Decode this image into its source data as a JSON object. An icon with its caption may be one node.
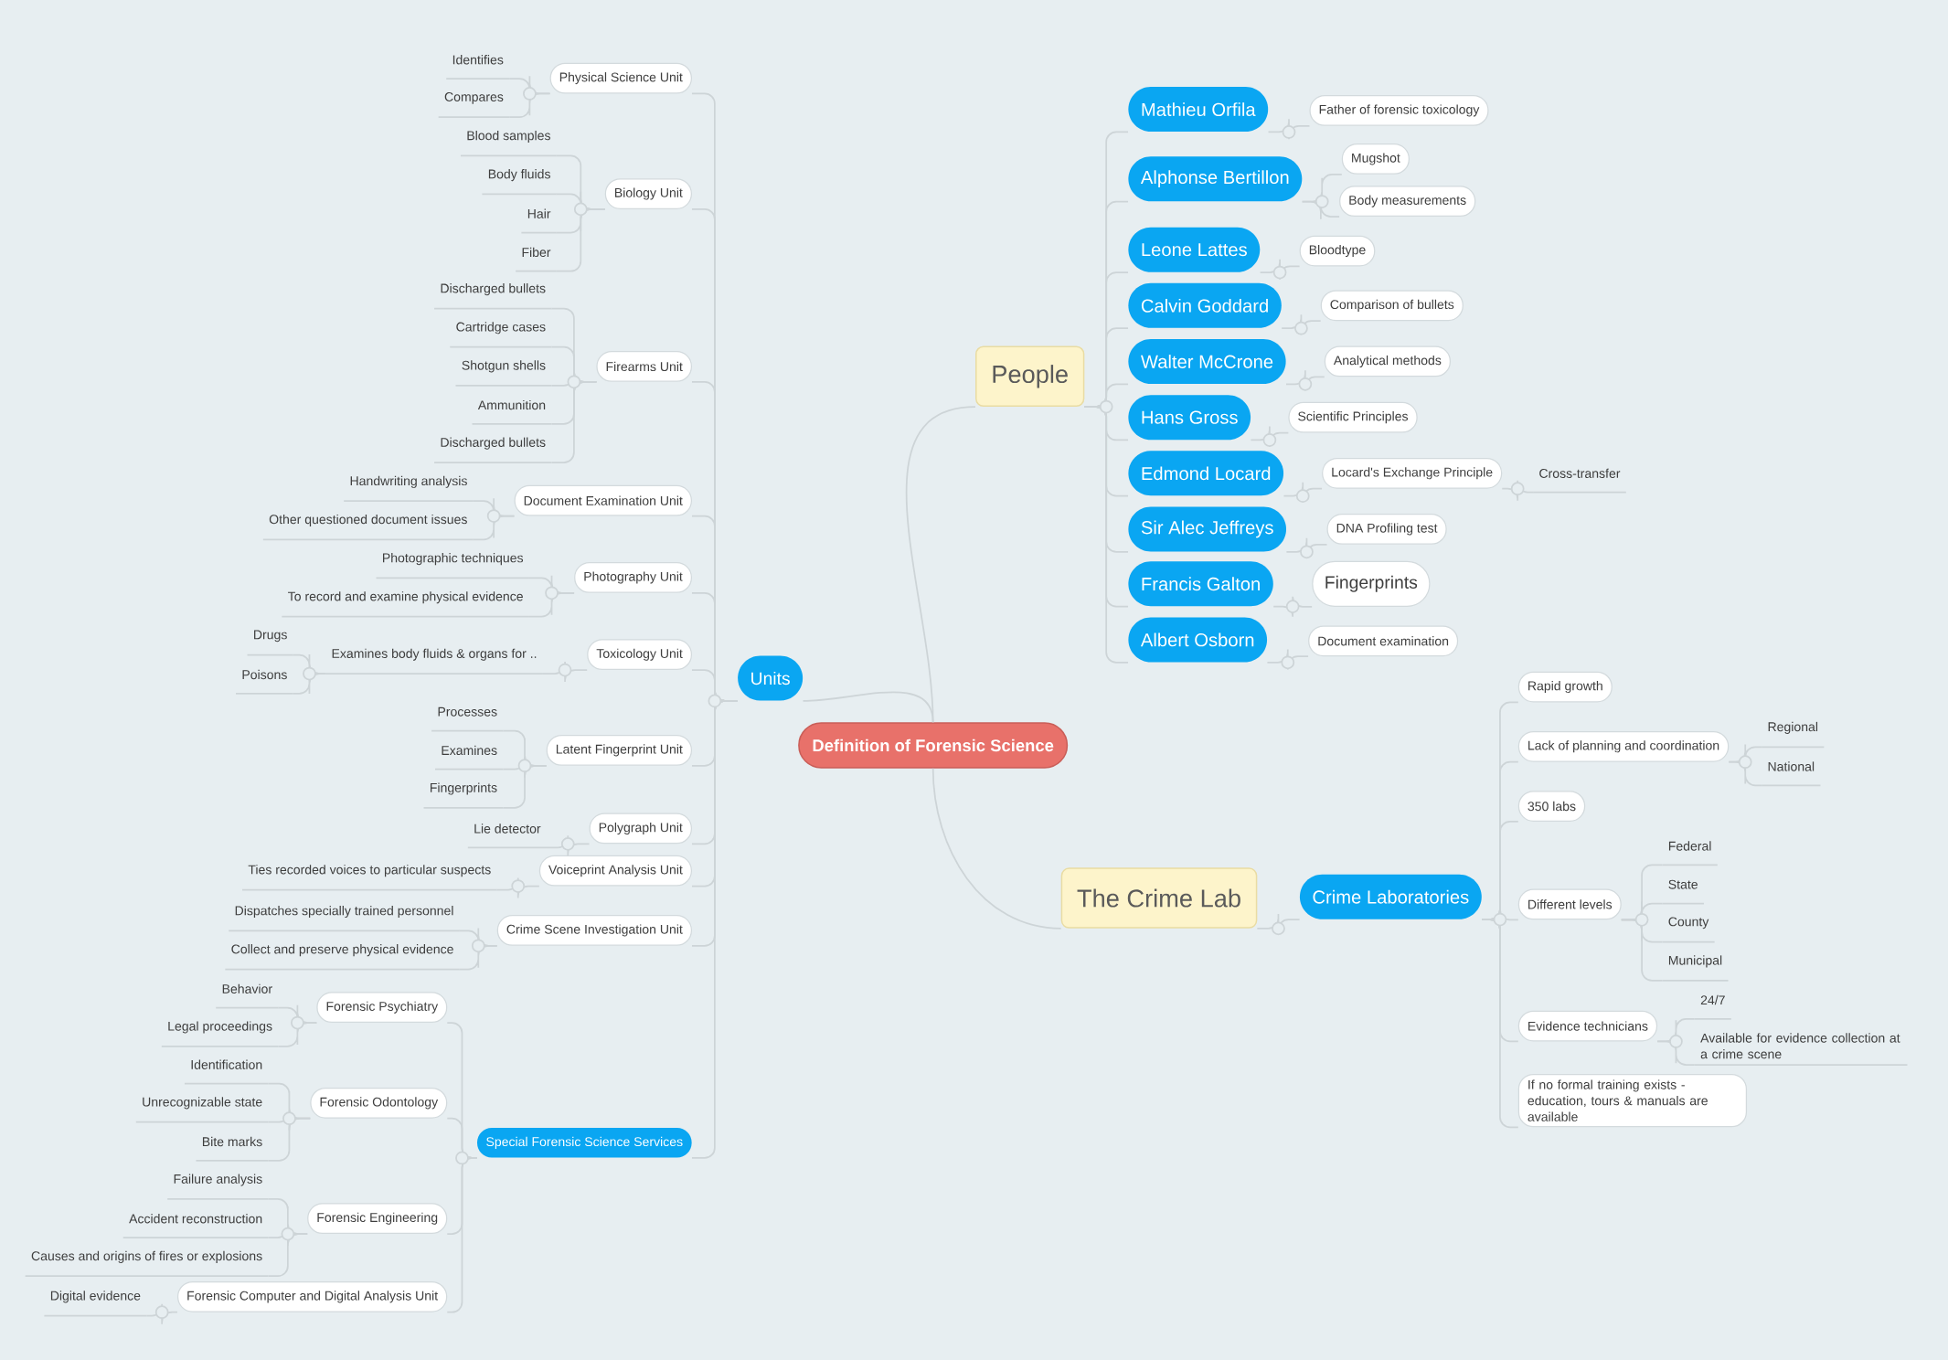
{
  "diagram": {
    "nodes": [
      {
        "text": [
          "Definition of Forensic Science"
        ]
      },
      {
        "text": [
          "Units"
        ]
      },
      {
        "text": [
          "Physical Science Unit"
        ]
      },
      {
        "text": [
          "Identifies"
        ]
      },
      {
        "text": [
          "Compares"
        ]
      },
      {
        "text": [
          "Biology Unit"
        ]
      },
      {
        "text": [
          "Blood samples"
        ]
      },
      {
        "text": [
          "Body fluids"
        ]
      },
      {
        "text": [
          "Hair"
        ]
      },
      {
        "text": [
          "Fiber"
        ]
      },
      {
        "text": [
          "Firearms Unit"
        ]
      },
      {
        "text": [
          "Discharged bullets"
        ]
      },
      {
        "text": [
          "Cartridge cases"
        ]
      },
      {
        "text": [
          "Shotgun shells"
        ]
      },
      {
        "text": [
          "Ammunition"
        ]
      },
      {
        "text": [
          "Discharged bullets"
        ]
      },
      {
        "text": [
          "Document Examination Unit"
        ]
      },
      {
        "text": [
          "Handwriting analysis"
        ]
      },
      {
        "text": [
          "Other questioned document issues"
        ]
      },
      {
        "text": [
          "Photography Unit"
        ]
      },
      {
        "text": [
          "Photographic techniques"
        ]
      },
      {
        "text": [
          "To record and examine physical evidence"
        ]
      },
      {
        "text": [
          "Toxicology Unit"
        ]
      },
      {
        "text": [
          "Examines body fluids & organs for .."
        ]
      },
      {
        "text": [
          "Drugs"
        ]
      },
      {
        "text": [
          "Poisons"
        ]
      },
      {
        "text": [
          "Latent Fingerprint Unit"
        ]
      },
      {
        "text": [
          "Processes"
        ]
      },
      {
        "text": [
          "Examines"
        ]
      },
      {
        "text": [
          "Fingerprints"
        ]
      },
      {
        "text": [
          "Polygraph Unit"
        ]
      },
      {
        "text": [
          "Lie detector"
        ]
      },
      {
        "text": [
          "Voiceprint Analysis Unit"
        ]
      },
      {
        "text": [
          "Ties recorded voices to particular suspects"
        ]
      },
      {
        "text": [
          "Crime Scene Investigation Unit"
        ]
      },
      {
        "text": [
          "Dispatches specially trained personnel"
        ]
      },
      {
        "text": [
          "Collect and preserve physical evidence"
        ]
      },
      {
        "text": [
          "Special Forensic Science Services"
        ]
      },
      {
        "text": [
          "Forensic Psychiatry"
        ]
      },
      {
        "text": [
          "Behavior"
        ]
      },
      {
        "text": [
          "Legal proceedings"
        ]
      },
      {
        "text": [
          "Forensic Odontology"
        ]
      },
      {
        "text": [
          "Identification"
        ]
      },
      {
        "text": [
          "Unrecognizable state"
        ]
      },
      {
        "text": [
          "Bite marks"
        ]
      },
      {
        "text": [
          "Forensic Engineering"
        ]
      },
      {
        "text": [
          "Failure analysis"
        ]
      },
      {
        "text": [
          "Accident reconstruction"
        ]
      },
      {
        "text": [
          "Causes and origins of fires or explosions"
        ]
      },
      {
        "text": [
          "Forensic Computer and Digital Analysis Unit"
        ]
      },
      {
        "text": [
          "Digital evidence"
        ]
      },
      {
        "text": [
          "People"
        ]
      },
      {
        "text": [
          "Mathieu Orfila"
        ]
      },
      {
        "text": [
          "Father of forensic toxicology"
        ]
      },
      {
        "text": [
          "Alphonse Bertillon"
        ]
      },
      {
        "text": [
          "Mugshot"
        ]
      },
      {
        "text": [
          "Body measurements"
        ]
      },
      {
        "text": [
          "Leone Lattes"
        ]
      },
      {
        "text": [
          "Bloodtype"
        ]
      },
      {
        "text": [
          "Calvin Goddard"
        ]
      },
      {
        "text": [
          "Comparison of bullets"
        ]
      },
      {
        "text": [
          "Walter McCrone"
        ]
      },
      {
        "text": [
          "Analytical methods"
        ]
      },
      {
        "text": [
          "Hans Gross"
        ]
      },
      {
        "text": [
          "Scientific Principles"
        ]
      },
      {
        "text": [
          "Edmond Locard"
        ]
      },
      {
        "text": [
          "Locard's Exchange Principle"
        ]
      },
      {
        "text": [
          "Cross-transfer"
        ]
      },
      {
        "text": [
          "Sir Alec Jeffreys"
        ]
      },
      {
        "text": [
          "DNA Profiling test"
        ]
      },
      {
        "text": [
          "Francis Galton"
        ]
      },
      {
        "text": [
          "Fingerprints"
        ]
      },
      {
        "text": [
          "Albert Osborn"
        ]
      },
      {
        "text": [
          "Document examination"
        ]
      },
      {
        "text": [
          "The Crime Lab"
        ]
      },
      {
        "text": [
          "Crime Laboratories"
        ]
      },
      {
        "text": [
          "Rapid growth"
        ]
      },
      {
        "text": [
          "Lack of planning and coordination"
        ]
      },
      {
        "text": [
          "Regional"
        ]
      },
      {
        "text": [
          "National"
        ]
      },
      {
        "text": [
          "350 labs"
        ]
      },
      {
        "text": [
          "Different levels"
        ]
      },
      {
        "text": [
          "Federal"
        ]
      },
      {
        "text": [
          "State"
        ]
      },
      {
        "text": [
          "County"
        ]
      },
      {
        "text": [
          "Municipal"
        ]
      },
      {
        "text": [
          "Evidence technicians"
        ]
      },
      {
        "text": [
          "24/7"
        ]
      },
      {
        "text": [
          "Available for evidence collection at a crime scene"
        ]
      },
      {
        "text": [
          "If no formal training exists - education, tours & manuals are available"
        ]
      }
    ],
    "edges": [
      {
        "from": 0,
        "to": 1,
        "arrow": "none"
      },
      {
        "from": 0,
        "to": 51,
        "arrow": "none"
      },
      {
        "from": 0,
        "to": 74,
        "arrow": "none"
      },
      {
        "from": 1,
        "to": 2,
        "arrow": "none"
      },
      {
        "from": 2,
        "to": 3,
        "arrow": "none"
      },
      {
        "from": 2,
        "to": 4,
        "arrow": "none"
      },
      {
        "from": 1,
        "to": 5,
        "arrow": "none"
      },
      {
        "from": 5,
        "to": 6,
        "arrow": "none"
      },
      {
        "from": 5,
        "to": 7,
        "arrow": "none"
      },
      {
        "from": 5,
        "to": 8,
        "arrow": "none"
      },
      {
        "from": 5,
        "to": 9,
        "arrow": "none"
      },
      {
        "from": 1,
        "to": 10,
        "arrow": "none"
      },
      {
        "from": 10,
        "to": 11,
        "arrow": "none"
      },
      {
        "from": 10,
        "to": 12,
        "arrow": "none"
      },
      {
        "from": 10,
        "to": 13,
        "arrow": "none"
      },
      {
        "from": 10,
        "to": 14,
        "arrow": "none"
      },
      {
        "from": 10,
        "to": 15,
        "arrow": "none"
      },
      {
        "from": 1,
        "to": 16,
        "arrow": "none"
      },
      {
        "from": 16,
        "to": 17,
        "arrow": "none"
      },
      {
        "from": 16,
        "to": 18,
        "arrow": "none"
      },
      {
        "from": 1,
        "to": 19,
        "arrow": "none"
      },
      {
        "from": 19,
        "to": 20,
        "arrow": "none"
      },
      {
        "from": 19,
        "to": 21,
        "arrow": "none"
      },
      {
        "from": 1,
        "to": 22,
        "arrow": "none"
      },
      {
        "from": 22,
        "to": 23,
        "arrow": "none"
      },
      {
        "from": 23,
        "to": 24,
        "arrow": "none"
      },
      {
        "from": 23,
        "to": 25,
        "arrow": "none"
      },
      {
        "from": 1,
        "to": 26,
        "arrow": "none"
      },
      {
        "from": 26,
        "to": 27,
        "arrow": "none"
      },
      {
        "from": 26,
        "to": 28,
        "arrow": "none"
      },
      {
        "from": 26,
        "to": 29,
        "arrow": "none"
      },
      {
        "from": 1,
        "to": 30,
        "arrow": "none"
      },
      {
        "from": 30,
        "to": 31,
        "arrow": "none"
      },
      {
        "from": 1,
        "to": 32,
        "arrow": "none"
      },
      {
        "from": 32,
        "to": 33,
        "arrow": "none"
      },
      {
        "from": 1,
        "to": 34,
        "arrow": "none"
      },
      {
        "from": 34,
        "to": 35,
        "arrow": "none"
      },
      {
        "from": 34,
        "to": 36,
        "arrow": "none"
      },
      {
        "from": 1,
        "to": 37,
        "arrow": "none"
      },
      {
        "from": 37,
        "to": 38,
        "arrow": "none"
      },
      {
        "from": 38,
        "to": 39,
        "arrow": "none"
      },
      {
        "from": 38,
        "to": 40,
        "arrow": "none"
      },
      {
        "from": 37,
        "to": 41,
        "arrow": "none"
      },
      {
        "from": 41,
        "to": 42,
        "arrow": "none"
      },
      {
        "from": 41,
        "to": 43,
        "arrow": "none"
      },
      {
        "from": 41,
        "to": 44,
        "arrow": "none"
      },
      {
        "from": 37,
        "to": 45,
        "arrow": "none"
      },
      {
        "from": 45,
        "to": 46,
        "arrow": "none"
      },
      {
        "from": 45,
        "to": 47,
        "arrow": "none"
      },
      {
        "from": 45,
        "to": 48,
        "arrow": "none"
      },
      {
        "from": 37,
        "to": 49,
        "arrow": "none"
      },
      {
        "from": 49,
        "to": 50,
        "arrow": "none"
      },
      {
        "from": 51,
        "to": 52,
        "arrow": "none"
      },
      {
        "from": 52,
        "to": 53,
        "arrow": "none"
      },
      {
        "from": 51,
        "to": 54,
        "arrow": "none"
      },
      {
        "from": 54,
        "to": 55,
        "arrow": "none"
      },
      {
        "from": 54,
        "to": 56,
        "arrow": "none"
      },
      {
        "from": 51,
        "to": 57,
        "arrow": "none"
      },
      {
        "from": 57,
        "to": 58,
        "arrow": "none"
      },
      {
        "from": 51,
        "to": 59,
        "arrow": "none"
      },
      {
        "from": 59,
        "to": 60,
        "arrow": "none"
      },
      {
        "from": 51,
        "to": 61,
        "arrow": "none"
      },
      {
        "from": 61,
        "to": 62,
        "arrow": "none"
      },
      {
        "from": 51,
        "to": 63,
        "arrow": "none"
      },
      {
        "from": 63,
        "to": 64,
        "arrow": "none"
      },
      {
        "from": 51,
        "to": 65,
        "arrow": "none"
      },
      {
        "from": 65,
        "to": 66,
        "arrow": "none"
      },
      {
        "from": 66,
        "to": 67,
        "arrow": "none"
      },
      {
        "from": 51,
        "to": 68,
        "arrow": "none"
      },
      {
        "from": 68,
        "to": 69,
        "arrow": "none"
      },
      {
        "from": 51,
        "to": 70,
        "arrow": "none"
      },
      {
        "from": 70,
        "to": 71,
        "arrow": "none"
      },
      {
        "from": 51,
        "to": 72,
        "arrow": "none"
      },
      {
        "from": 72,
        "to": 73,
        "arrow": "none"
      },
      {
        "from": 74,
        "to": 75,
        "arrow": "none"
      },
      {
        "from": 75,
        "to": 76,
        "arrow": "none"
      },
      {
        "from": 75,
        "to": 77,
        "arrow": "none"
      },
      {
        "from": 77,
        "to": 78,
        "arrow": "none"
      },
      {
        "from": 77,
        "to": 79,
        "arrow": "none"
      },
      {
        "from": 75,
        "to": 80,
        "arrow": "none"
      },
      {
        "from": 75,
        "to": 81,
        "arrow": "none"
      },
      {
        "from": 81,
        "to": 82,
        "arrow": "none"
      },
      {
        "from": 81,
        "to": 83,
        "arrow": "none"
      },
      {
        "from": 81,
        "to": 84,
        "arrow": "none"
      },
      {
        "from": 81,
        "to": 85,
        "arrow": "none"
      },
      {
        "from": 75,
        "to": 86,
        "arrow": "none"
      },
      {
        "from": 86,
        "to": 87,
        "arrow": "none"
      },
      {
        "from": 86,
        "to": 88,
        "arrow": "none"
      },
      {
        "from": 75,
        "to": 89,
        "arrow": "none"
      }
    ]
  }
}
